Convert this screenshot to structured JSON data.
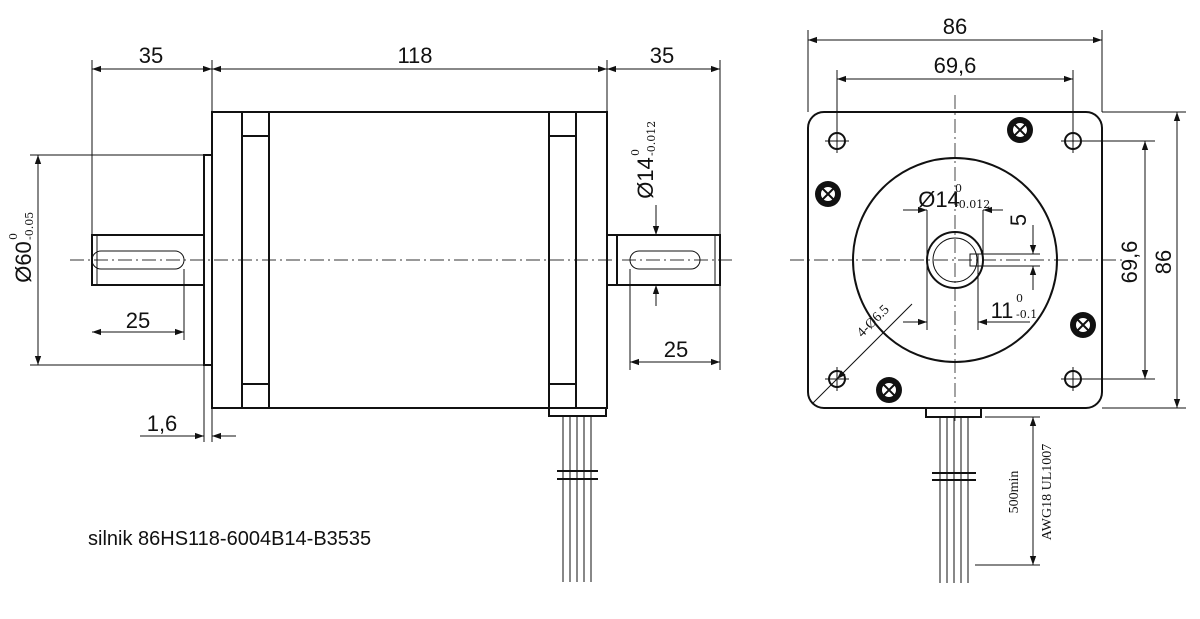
{
  "side_view": {
    "dim_left_shaft": "35",
    "dim_body": "118",
    "dim_right_shaft": "35",
    "dim_left_key": "25",
    "dim_right_key": "25",
    "dim_flange": "1,6",
    "dim_pilot": "Ø60",
    "dim_pilot_tol_upper": "0",
    "dim_pilot_tol_lower": "-0.05",
    "dim_shaft": "Ø14",
    "dim_shaft_tol_upper": "0",
    "dim_shaft_tol_lower": "-0.012"
  },
  "front_view": {
    "dim_width": "86",
    "dim_hole_spacing_h": "69,6",
    "dim_hole_spacing_v": "69,6",
    "dim_height": "86",
    "dim_shaft": "Ø14",
    "dim_shaft_tol_upper": "0",
    "dim_shaft_tol_lower": "-0.012",
    "dim_flat": "5",
    "dim_flat_depth": "11",
    "dim_flat_tol_upper": "0",
    "dim_flat_tol_lower": "-0.1",
    "dim_holes": "4-Ø6.5",
    "cable_length": "500min",
    "cable_spec": "AWG18 UL1007"
  },
  "caption": "silnik 86HS118-6004B14-B3535"
}
